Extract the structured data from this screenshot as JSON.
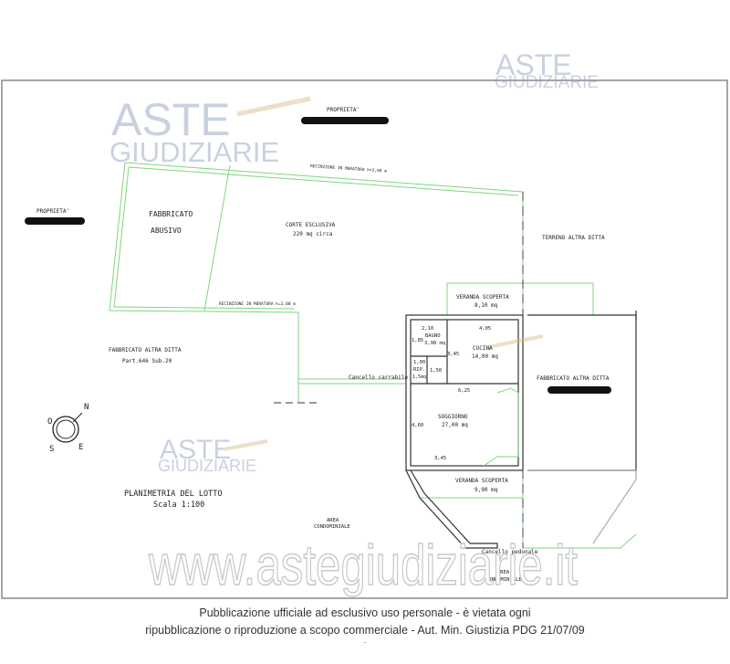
{
  "watermark": {
    "brand_top": "ASTE",
    "brand_bottom": "GIUDIZIARIE",
    "site_url": "www.astegiudiziarie.it"
  },
  "plan": {
    "proprieta_top": "PROPRIETA'",
    "proprieta_left": "PROPRIETA'",
    "recinzione_top": "RECINZIONE IN MURATURA h=2,00 m",
    "recinzione_mid": "RECINZIONE IN MURATURA h=2,00 m",
    "fabbricato_abusivo_1": "FABBRICATO",
    "fabbricato_abusivo_2": "ABUSIVO",
    "corte_esclusiva": "CORTE ESCLUSIVA",
    "corte_area": "220 mq circa",
    "terreno_altra_ditta": "TERRENO ALTRA DITTA",
    "fabbricato_altra_ditta_left": "FABBRICATO ALTRA DITTA",
    "part_sub": "Part.646 Sub.20",
    "fabbricato_altra_ditta_right": "FABBRICATO ALTRA DITTA",
    "cancello_carrabile": "Cancello carrabile",
    "cancello_pedonale": "Cancello pedonale",
    "area_condominiale_1": "AREA",
    "area_condominiale_2": "CONDOMINIALE",
    "area_condominiale_b1": "AREA",
    "area_condominiale_b2": "CONDOMINIALE",
    "title": "PLANIMETRIA DEL LOTTO",
    "scale": "Scala 1:100",
    "compass": {
      "n": "N",
      "e": "E",
      "s": "S",
      "o": "O"
    }
  },
  "rooms": {
    "veranda_top": {
      "name": "VERANDA SCOPERTA",
      "area": "8,10 mq"
    },
    "bagno": {
      "name": "BAGNO",
      "area": "3,98 mq"
    },
    "cucina": {
      "name": "CUCINA",
      "area": "14,00 mq"
    },
    "rip": {
      "name": "RIP.",
      "area": "1,5mq"
    },
    "soggiorno": {
      "name": "SOGGIORNO",
      "area": "27,00 mq"
    },
    "veranda_bottom": {
      "name": "VERANDA SCOPERTA",
      "area": "9,90 mq"
    }
  },
  "dimensions": {
    "d1": "2,10",
    "d2": "4,05",
    "d3": "1,85",
    "d4": "3,45",
    "d5": "1,00",
    "d6": "1,50",
    "d7": "6,25",
    "d8": "4,60",
    "d9": "3,45"
  },
  "footer": {
    "line1": "Pubblicazione ufficiale ad esclusivo uso personale - è vietata ogni",
    "line2": "ripubblicazione o riproduzione a scopo commerciale - Aut. Min. Giustizia PDG 21/07/09",
    "line3": "."
  }
}
